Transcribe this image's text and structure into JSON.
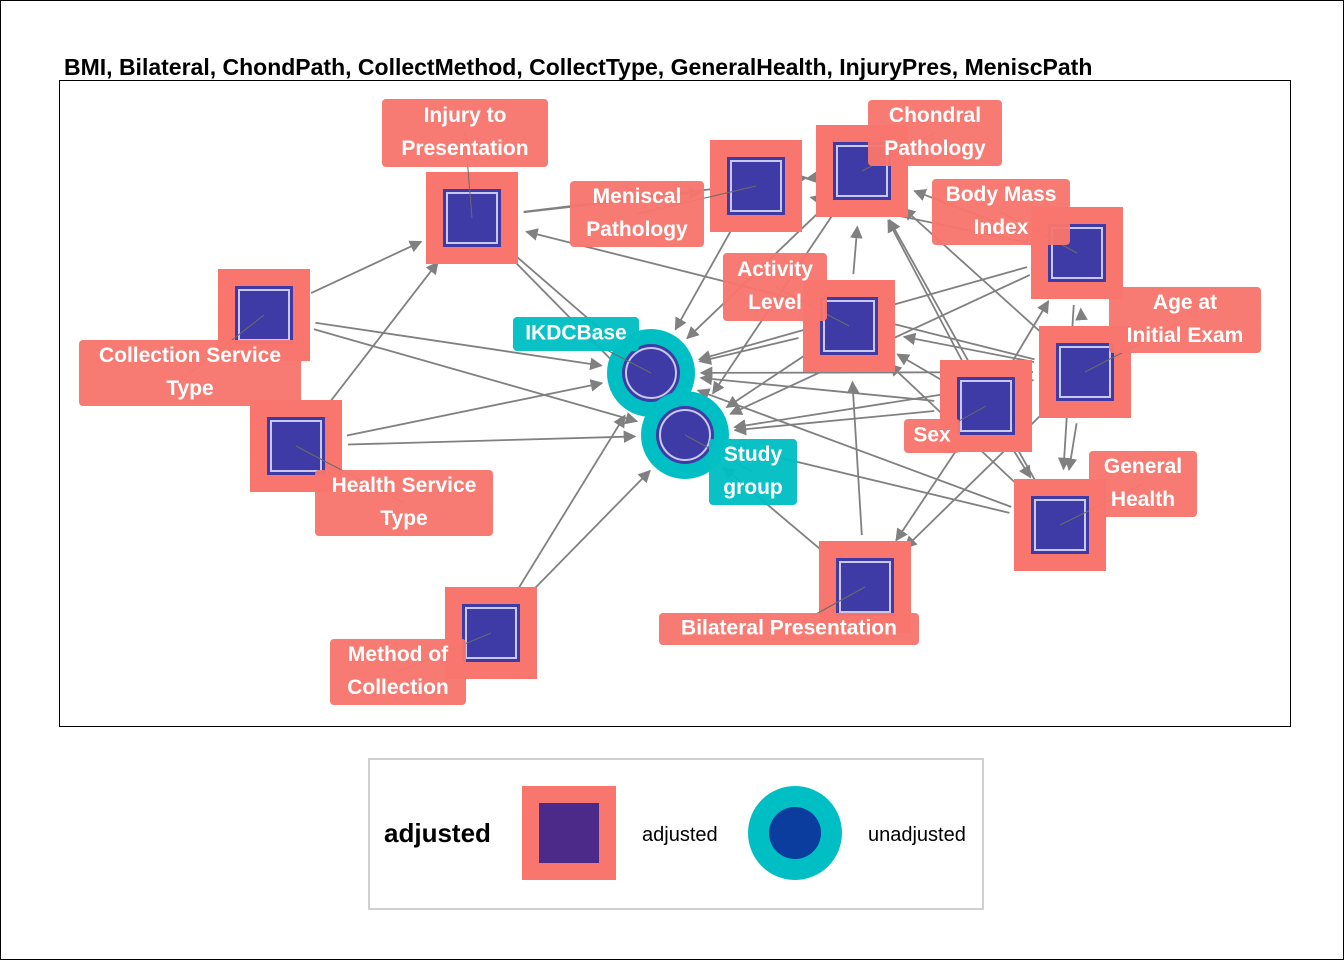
{
  "title": "BMI, Bilateral, ChondPath, CollectMethod, CollectType, GeneralHealth, InjuryPres, MeniscPath",
  "colors": {
    "adjusted_fill": "#F8766D",
    "unadjusted_fill": "#00BFC4",
    "node_core": "#3F3BA6",
    "edge": "#808080"
  },
  "legend": {
    "title": "adjusted",
    "adjusted_label": "adjusted",
    "unadjusted_label": "unadjusted"
  },
  "nodes": [
    {
      "id": "injury",
      "status": "adjusted",
      "label_lines": [
        "Injury to",
        "Presentation"
      ]
    },
    {
      "id": "meniscal",
      "status": "adjusted",
      "label_lines": [
        "Meniscal",
        "Pathology"
      ]
    },
    {
      "id": "chondral",
      "status": "adjusted",
      "label_lines": [
        "Chondral",
        "Pathology"
      ]
    },
    {
      "id": "bmi",
      "status": "adjusted",
      "label_lines": [
        "Body Mass",
        "Index"
      ]
    },
    {
      "id": "activity",
      "status": "adjusted",
      "label_lines": [
        "Activity",
        "Level"
      ]
    },
    {
      "id": "age",
      "status": "adjusted",
      "label_lines": [
        "Age at",
        "Initial Exam"
      ]
    },
    {
      "id": "collection",
      "status": "adjusted",
      "label_lines": [
        "Collection Service",
        "Type"
      ]
    },
    {
      "id": "health_service",
      "status": "adjusted",
      "label_lines": [
        "Health Service",
        "Type"
      ]
    },
    {
      "id": "sex",
      "status": "adjusted",
      "label_lines": [
        "Sex"
      ]
    },
    {
      "id": "general",
      "status": "adjusted",
      "label_lines": [
        "General",
        "Health"
      ]
    },
    {
      "id": "bilateral",
      "status": "adjusted",
      "label_lines": [
        "Bilateral Presentation"
      ]
    },
    {
      "id": "method",
      "status": "adjusted",
      "label_lines": [
        "Method of",
        "Collection"
      ]
    },
    {
      "id": "ikdc",
      "status": "unadjusted",
      "label_lines": [
        "IKDCBase"
      ]
    },
    {
      "id": "study",
      "status": "unadjusted",
      "label_lines": [
        "Study",
        "group"
      ]
    }
  ],
  "edges": [
    [
      "collection",
      "injury"
    ],
    [
      "collection",
      "ikdc"
    ],
    [
      "collection",
      "study"
    ],
    [
      "health_service",
      "injury"
    ],
    [
      "health_service",
      "ikdc"
    ],
    [
      "health_service",
      "study"
    ],
    [
      "method",
      "ikdc"
    ],
    [
      "method",
      "study"
    ],
    [
      "injury",
      "meniscal"
    ],
    [
      "injury",
      "chondral"
    ],
    [
      "injury",
      "ikdc"
    ],
    [
      "injury",
      "study"
    ],
    [
      "meniscal",
      "ikdc"
    ],
    [
      "meniscal",
      "chondral"
    ],
    [
      "chondral",
      "ikdc"
    ],
    [
      "chondral",
      "study"
    ],
    [
      "bmi",
      "ikdc"
    ],
    [
      "bmi",
      "study"
    ],
    [
      "bmi",
      "chondral"
    ],
    [
      "bmi",
      "meniscal"
    ],
    [
      "bmi",
      "general"
    ],
    [
      "activity",
      "ikdc"
    ],
    [
      "activity",
      "study"
    ],
    [
      "activity",
      "chondral"
    ],
    [
      "age",
      "bmi"
    ],
    [
      "age",
      "activity"
    ],
    [
      "age",
      "ikdc"
    ],
    [
      "age",
      "study"
    ],
    [
      "age",
      "chondral"
    ],
    [
      "age",
      "injury"
    ],
    [
      "age",
      "general"
    ],
    [
      "age",
      "bilateral"
    ],
    [
      "sex",
      "bmi"
    ],
    [
      "sex",
      "activity"
    ],
    [
      "sex",
      "ikdc"
    ],
    [
      "sex",
      "study"
    ],
    [
      "sex",
      "chondral"
    ],
    [
      "sex",
      "general"
    ],
    [
      "sex",
      "bilateral"
    ],
    [
      "general",
      "ikdc"
    ],
    [
      "general",
      "study"
    ],
    [
      "general",
      "activity"
    ],
    [
      "general",
      "chondral"
    ],
    [
      "bilateral",
      "study"
    ],
    [
      "bilateral",
      "activity"
    ]
  ]
}
